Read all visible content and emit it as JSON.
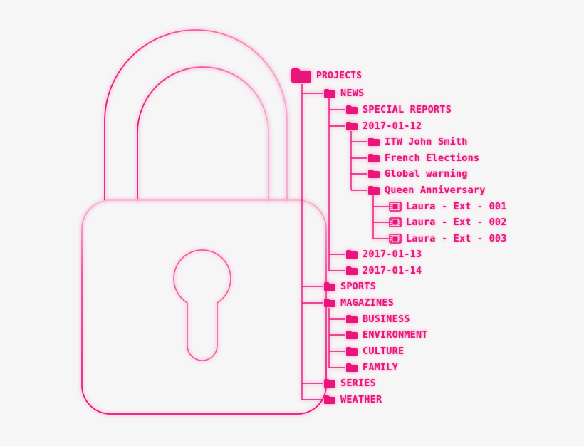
{
  "colors": {
    "accent": "#e8157a",
    "background": "#f6f6f6"
  },
  "tree": {
    "root": {
      "label": "PROJECTS",
      "icon": "folder-icon"
    },
    "news": {
      "label": "NEWS",
      "icon": "folder-icon"
    },
    "special_reports": {
      "label": "SPECIAL REPORTS",
      "icon": "folder-icon"
    },
    "d20170112": {
      "label": "2017-01-12",
      "icon": "folder-icon"
    },
    "itw_john_smith": {
      "label": "ITW John Smith",
      "icon": "folder-icon"
    },
    "french_elections": {
      "label": "French Elections",
      "icon": "folder-icon"
    },
    "global_warning": {
      "label": "Global warning",
      "icon": "folder-icon"
    },
    "queen_anniversary": {
      "label": "Queen Anniversary",
      "icon": "folder-icon"
    },
    "clip1": {
      "label": "Laura - Ext - 001",
      "icon": "film-icon"
    },
    "clip2": {
      "label": "Laura - Ext - 002",
      "icon": "film-icon"
    },
    "clip3": {
      "label": "Laura - Ext - 003",
      "icon": "film-icon"
    },
    "d20170113": {
      "label": "2017-01-13",
      "icon": "folder-icon"
    },
    "d20170114": {
      "label": "2017-01-14",
      "icon": "folder-icon"
    },
    "sports": {
      "label": "SPORTS",
      "icon": "folder-icon"
    },
    "magazines": {
      "label": "MAGAZINES",
      "icon": "folder-icon"
    },
    "business": {
      "label": "BUSINESS",
      "icon": "folder-icon"
    },
    "environment": {
      "label": "ENVIRONMENT",
      "icon": "folder-icon"
    },
    "culture": {
      "label": "CULTURE",
      "icon": "folder-icon"
    },
    "family": {
      "label": "FAMILY",
      "icon": "folder-icon"
    },
    "series": {
      "label": "SERIES",
      "icon": "folder-icon"
    },
    "weather": {
      "label": "WEATHER",
      "icon": "folder-icon"
    }
  }
}
